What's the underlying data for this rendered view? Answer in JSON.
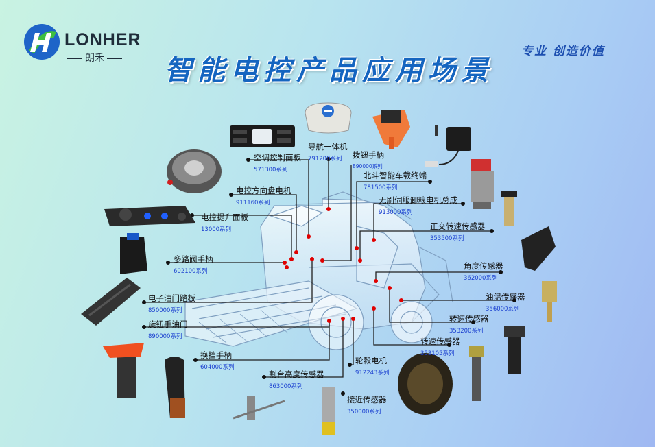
{
  "brand": {
    "name": "LONHER",
    "cn": "朗禾"
  },
  "title": "智能电控产品应用场景",
  "slogan": "专业  创造价值",
  "colors": {
    "title": "#1565c0",
    "series": "#1a3fd0",
    "dot": "#e00000"
  },
  "products": [
    {
      "id": "ac-panel",
      "name": "空调控制面板",
      "series": "571300系列"
    },
    {
      "id": "nav",
      "name": "导航一体机",
      "series": "791200系列"
    },
    {
      "id": "toggle",
      "name": "拨钮手柄",
      "series": "890000系列"
    },
    {
      "id": "beidou",
      "name": "北斗智能车载终端",
      "series": "781500系列"
    },
    {
      "id": "steer-motor",
      "name": "电控方向盘电机",
      "series": "911160系列"
    },
    {
      "id": "servo",
      "name": "无刷伺服卸粮电机总成",
      "series": "913000系列"
    },
    {
      "id": "lift-panel",
      "name": "电控提升面板",
      "series": "13000系列"
    },
    {
      "id": "quad-sensor",
      "name": "正交转速传感器",
      "series": "353500系列"
    },
    {
      "id": "valve",
      "name": "多路阀手柄",
      "series": "602100系列"
    },
    {
      "id": "angle",
      "name": "角度传感器",
      "series": "362000系列"
    },
    {
      "id": "pedal",
      "name": "电子油门踏板",
      "series": "850000系列"
    },
    {
      "id": "oil-temp",
      "name": "油温传感器",
      "series": "356000系列"
    },
    {
      "id": "knob",
      "name": "旋钮手油门",
      "series": "890000系列"
    },
    {
      "id": "speed1",
      "name": "转速传感器",
      "series": "353200系列"
    },
    {
      "id": "speed2",
      "name": "转速传感器",
      "series": "353105系列"
    },
    {
      "id": "gear",
      "name": "换挡手柄",
      "series": "604000系列"
    },
    {
      "id": "hub",
      "name": "轮毂电机",
      "series": "912243系列"
    },
    {
      "id": "header",
      "name": "割台高度传感器",
      "series": "863000系列"
    },
    {
      "id": "prox",
      "name": "接近传感器",
      "series": "350000系列"
    }
  ]
}
